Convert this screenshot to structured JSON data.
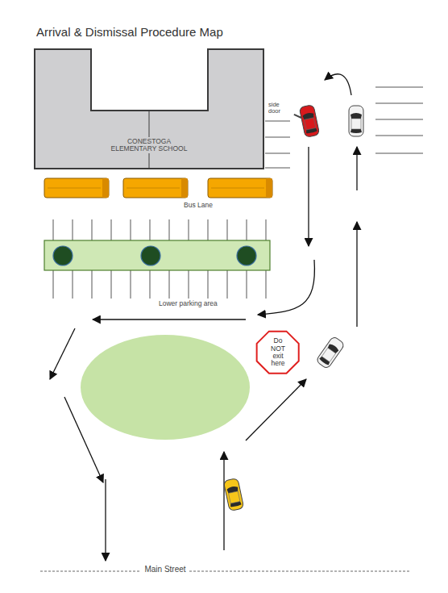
{
  "diagram": {
    "title": "Arrival & Dismissal Procedure Map",
    "nodes": [
      {
        "text": [
          "CONESTOGA ELEMENTARY SCHOOL"
        ]
      },
      {
        "text": [
          "Do NOT exit here"
        ]
      }
    ],
    "labels": [
      "side door",
      "Bus Lane",
      "Lower parking area",
      "Main Street"
    ]
  }
}
